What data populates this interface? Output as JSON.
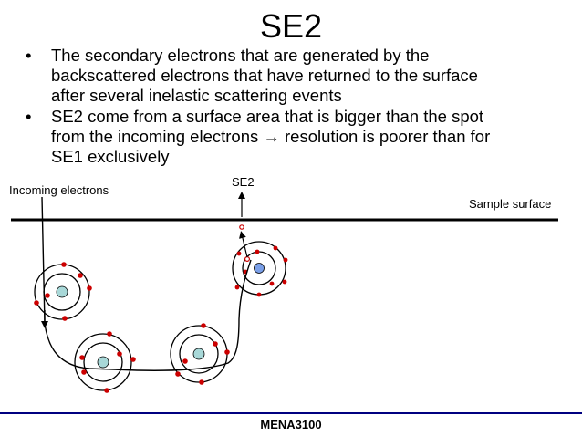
{
  "slide": {
    "title": "SE2",
    "bullets": [
      {
        "marker": "•",
        "lines": [
          "The secondary electrons that are generated by the",
          "backscattered electrons that have returned to the surface",
          "after several inelastic scattering events"
        ]
      },
      {
        "marker": "•",
        "lines": [
          "SE2 come from a surface area that is bigger than the spot",
          "from the incoming electrons → resolution is poorer than for",
          "SE1 exclusively"
        ]
      }
    ]
  },
  "diagram": {
    "labels": {
      "incoming": "Incoming electrons",
      "se2": "SE2",
      "sample_surface": "Sample surface"
    },
    "colors": {
      "electron": "#cc0000",
      "nucleus_light": "#a8d8d8",
      "nucleus_blue": "#7a9fe8",
      "line": "#000000"
    }
  },
  "footer": {
    "text": "MENA3100",
    "line_color": "#000080"
  }
}
